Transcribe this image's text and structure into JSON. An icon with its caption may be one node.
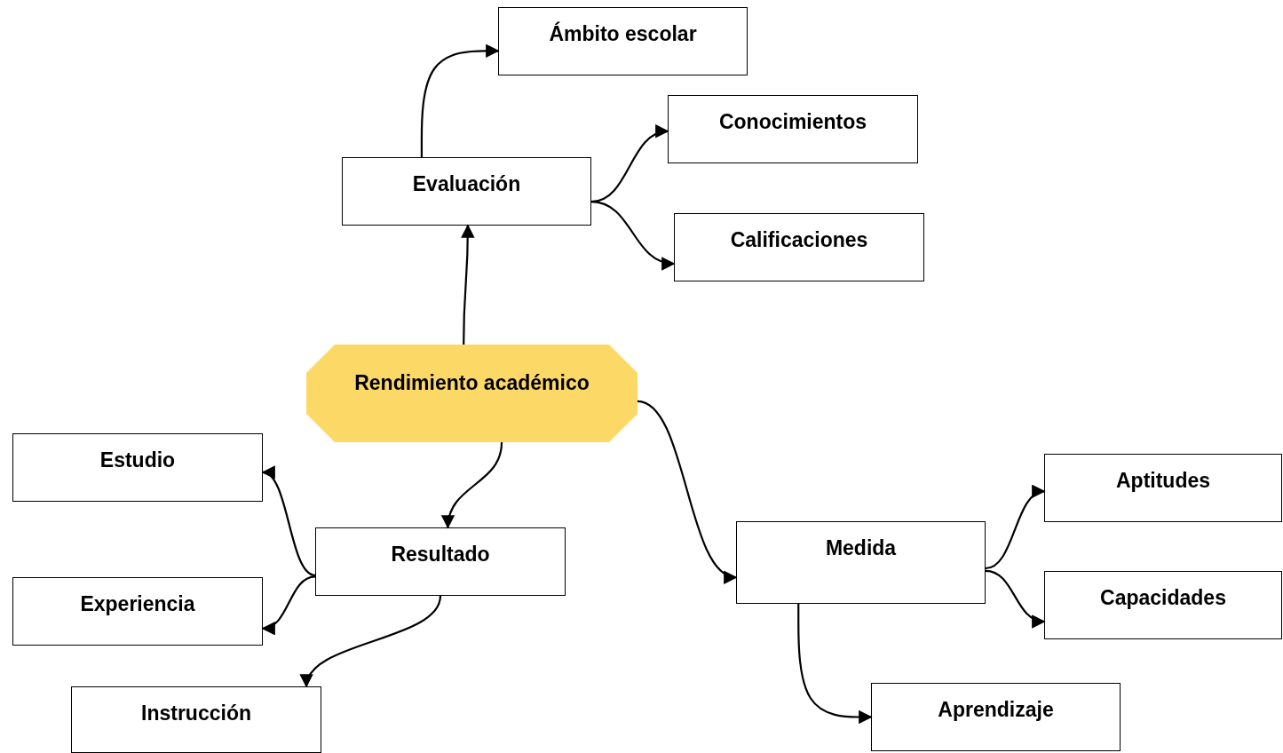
{
  "diagram": {
    "nodes": [
      {
        "text": [
          "Rendimiento académico"
        ]
      },
      {
        "text": [
          "Evaluación"
        ]
      },
      {
        "text": [
          "Ámbito escolar"
        ]
      },
      {
        "text": [
          "Conocimientos"
        ]
      },
      {
        "text": [
          "Calificaciones"
        ]
      },
      {
        "text": [
          "Resultado"
        ]
      },
      {
        "text": [
          "Estudio"
        ]
      },
      {
        "text": [
          "Experiencia"
        ]
      },
      {
        "text": [
          "Instrucción"
        ]
      },
      {
        "text": [
          "Medida"
        ]
      },
      {
        "text": [
          "Aptitudes"
        ]
      },
      {
        "text": [
          "Capacidades"
        ]
      },
      {
        "text": [
          "Aprendizaje"
        ]
      }
    ],
    "edges": [
      {
        "from": 0,
        "to": 1,
        "arrow": "to"
      },
      {
        "from": 1,
        "to": 2,
        "arrow": "to"
      },
      {
        "from": 1,
        "to": 3,
        "arrow": "to"
      },
      {
        "from": 1,
        "to": 4,
        "arrow": "to"
      },
      {
        "from": 0,
        "to": 5,
        "arrow": "to"
      },
      {
        "from": 5,
        "to": 6,
        "arrow": "to"
      },
      {
        "from": 5,
        "to": 7,
        "arrow": "to"
      },
      {
        "from": 5,
        "to": 8,
        "arrow": "to"
      },
      {
        "from": 0,
        "to": 9,
        "arrow": "to"
      },
      {
        "from": 9,
        "to": 10,
        "arrow": "to"
      },
      {
        "from": 9,
        "to": 11,
        "arrow": "to"
      },
      {
        "from": 9,
        "to": 12,
        "arrow": "to"
      }
    ]
  }
}
